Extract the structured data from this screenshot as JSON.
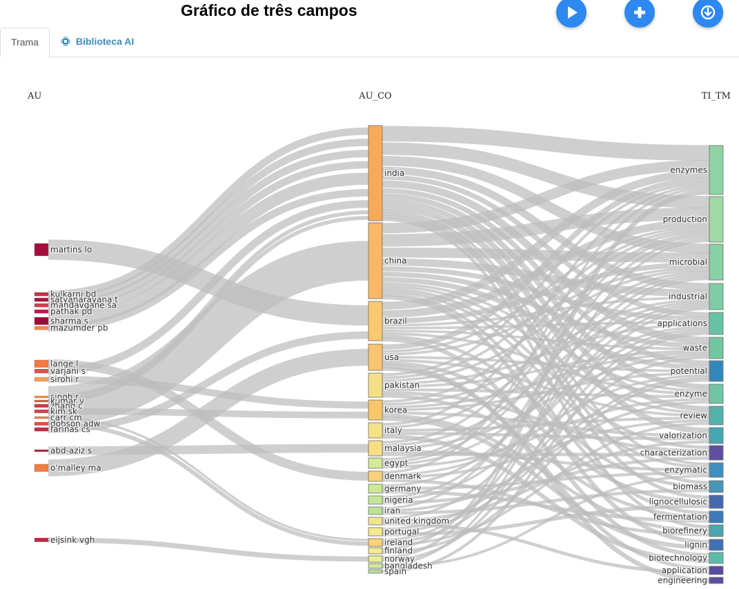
{
  "header": {
    "title": "Gráfico de três campos",
    "play_icon": "play-icon",
    "add_icon": "plus-icon",
    "download_icon": "download-icon",
    "button_color": "#2d88f0"
  },
  "tabs": [
    {
      "label": "Trama",
      "active": true
    },
    {
      "label": "Biblioteca AI",
      "icon": "chip-icon",
      "active": false
    }
  ],
  "chart_data": {
    "type": "sankey",
    "columns": [
      "AU",
      "AU_CO",
      "TI_TM"
    ],
    "nodes_left": [
      {
        "label": "martins lo",
        "weight": 5,
        "color": "#a50f3e"
      },
      {
        "label": "kulkarni bd",
        "weight": 2,
        "color": "#c4304a"
      },
      {
        "label": "satyanarayana t",
        "weight": 2,
        "color": "#b0153f"
      },
      {
        "label": "mandavgane sa",
        "weight": 2,
        "color": "#d13f4f"
      },
      {
        "label": "pathak pd",
        "weight": 2,
        "color": "#b81c45"
      },
      {
        "label": "sharma s",
        "weight": 3,
        "color": "#9e0a3a"
      },
      {
        "label": "mazumder pb",
        "weight": 2,
        "color": "#f5874d"
      },
      {
        "label": "lange l",
        "weight": 3,
        "color": "#f47942"
      },
      {
        "label": "varjani s",
        "weight": 2,
        "color": "#d9534f"
      },
      {
        "label": "sirohi r",
        "weight": 2,
        "color": "#f6a05a"
      },
      {
        "label": "singh r",
        "weight": 1,
        "color": "#f08a4b"
      },
      {
        "label": "kumar v",
        "weight": 1,
        "color": "#e4593f"
      },
      {
        "label": "zhang c",
        "weight": 2,
        "color": "#cd3a45"
      },
      {
        "label": "kim sk",
        "weight": 2,
        "color": "#d7404d"
      },
      {
        "label": "carr cm",
        "weight": 1,
        "color": "#f07b4c"
      },
      {
        "label": "dobson adw",
        "weight": 2,
        "color": "#df4c4b"
      },
      {
        "label": "farinas cs",
        "weight": 2,
        "color": "#c22c47"
      },
      {
        "label": "abd-aziz s",
        "weight": 1,
        "color": "#b01f44"
      },
      {
        "label": "o'malley ma",
        "weight": 3,
        "color": "#f47d43"
      },
      {
        "label": "eijsink vgh",
        "weight": 2,
        "color": "#c4263f"
      }
    ],
    "nodes_mid": [
      {
        "label": "india",
        "weight": 35,
        "color": "#f8aa5a"
      },
      {
        "label": "china",
        "weight": 28,
        "color": "#f9b865"
      },
      {
        "label": "brazil",
        "weight": 14,
        "color": "#fbc86f"
      },
      {
        "label": "usa",
        "weight": 9,
        "color": "#fbc470"
      },
      {
        "label": "pakistan",
        "weight": 8,
        "color": "#f5e08a"
      },
      {
        "label": "korea",
        "weight": 7,
        "color": "#f9c76a"
      },
      {
        "label": "italy",
        "weight": 5,
        "color": "#f4e287"
      },
      {
        "label": "malaysia",
        "weight": 5,
        "color": "#f6df83"
      },
      {
        "label": "egypt",
        "weight": 4,
        "color": "#d3ea97"
      },
      {
        "label": "denmark",
        "weight": 4,
        "color": "#fbd07a"
      },
      {
        "label": "germany",
        "weight": 3,
        "color": "#cde993"
      },
      {
        "label": "nigeria",
        "weight": 3,
        "color": "#c7e798"
      },
      {
        "label": "iran",
        "weight": 3,
        "color": "#bde39a"
      },
      {
        "label": "united kingdom",
        "weight": 3,
        "color": "#eee78d"
      },
      {
        "label": "portugal",
        "weight": 3,
        "color": "#f4ea8e"
      },
      {
        "label": "ireland",
        "weight": 3,
        "color": "#fbd27a"
      },
      {
        "label": "finland",
        "weight": 2,
        "color": "#f2ea94"
      },
      {
        "label": "norway",
        "weight": 2,
        "color": "#e8ee98"
      },
      {
        "label": "bangladesh",
        "weight": 2,
        "color": "#cfea9a"
      },
      {
        "label": "spain",
        "weight": 1,
        "color": "#b7e09c"
      }
    ],
    "nodes_right": [
      {
        "label": "enzymes",
        "weight": 18,
        "color": "#8fd3a4"
      },
      {
        "label": "production",
        "weight": 17,
        "color": "#9fd9a4"
      },
      {
        "label": "microbial",
        "weight": 14,
        "color": "#87d1a4"
      },
      {
        "label": "industrial",
        "weight": 10,
        "color": "#7fcda4"
      },
      {
        "label": "applications",
        "weight": 8,
        "color": "#66c2a5"
      },
      {
        "label": "waste",
        "weight": 8,
        "color": "#72c7a3"
      },
      {
        "label": "potential",
        "weight": 7,
        "color": "#3288bd"
      },
      {
        "label": "enzyme",
        "weight": 6,
        "color": "#70c5a4"
      },
      {
        "label": "review",
        "weight": 6,
        "color": "#55b1ab"
      },
      {
        "label": "valorization",
        "weight": 5,
        "color": "#48a6b2"
      },
      {
        "label": "characterization",
        "weight": 4,
        "color": "#5e4fa2"
      },
      {
        "label": "enzymatic",
        "weight": 4,
        "color": "#3d8fbf"
      },
      {
        "label": "biomass",
        "weight": 3,
        "color": "#4596b7"
      },
      {
        "label": "lignocellulosic",
        "weight": 3,
        "color": "#4568b0"
      },
      {
        "label": "fermentation",
        "weight": 3,
        "color": "#3b79b8"
      },
      {
        "label": "biorefinery",
        "weight": 3,
        "color": "#4aa7b0"
      },
      {
        "label": "lignin",
        "weight": 2,
        "color": "#4271b3"
      },
      {
        "label": "biotechnology",
        "weight": 2,
        "color": "#5bbba9"
      },
      {
        "label": "application",
        "weight": 2,
        "color": "#554da0"
      },
      {
        "label": "engineering",
        "weight": 1,
        "color": "#5c4ea1"
      }
    ],
    "links_left_mid": [
      [
        "martins lo",
        "brazil",
        5
      ],
      [
        "kulkarni bd",
        "india",
        2
      ],
      [
        "satyanarayana t",
        "india",
        2
      ],
      [
        "mandavgane sa",
        "india",
        2
      ],
      [
        "pathak pd",
        "india",
        2
      ],
      [
        "sharma s",
        "india",
        3
      ],
      [
        "mazumder pb",
        "india",
        2
      ],
      [
        "lange l",
        "denmark",
        3
      ],
      [
        "varjani s",
        "india",
        2
      ],
      [
        "sirohi r",
        "korea",
        2
      ],
      [
        "singh r",
        "india",
        1
      ],
      [
        "kumar v",
        "india",
        1
      ],
      [
        "zhang c",
        "china",
        2
      ],
      [
        "kim sk",
        "korea",
        2
      ],
      [
        "carr cm",
        "ireland",
        1
      ],
      [
        "dobson adw",
        "ireland",
        2
      ],
      [
        "farinas cs",
        "brazil",
        2
      ],
      [
        "abd-aziz s",
        "malaysia",
        1
      ],
      [
        "o'malley ma",
        "usa",
        3
      ],
      [
        "eijsink vgh",
        "norway",
        2
      ]
    ],
    "links_mid_right": [
      [
        "india",
        "enzymes",
        6
      ],
      [
        "india",
        "production",
        5
      ],
      [
        "india",
        "microbial",
        4
      ],
      [
        "india",
        "industrial",
        3
      ],
      [
        "india",
        "applications",
        2
      ],
      [
        "india",
        "waste",
        3
      ],
      [
        "india",
        "potential",
        2
      ],
      [
        "india",
        "enzyme",
        2
      ],
      [
        "india",
        "review",
        2
      ],
      [
        "india",
        "valorization",
        2
      ],
      [
        "india",
        "enzymatic",
        1
      ],
      [
        "india",
        "biomass",
        1
      ],
      [
        "india",
        "lignocellulosic",
        1
      ],
      [
        "india",
        "biorefinery",
        1
      ],
      [
        "china",
        "enzymes",
        4
      ],
      [
        "china",
        "production",
        5
      ],
      [
        "china",
        "microbial",
        4
      ],
      [
        "china",
        "industrial",
        3
      ],
      [
        "china",
        "applications",
        2
      ],
      [
        "china",
        "waste",
        2
      ],
      [
        "china",
        "potential",
        2
      ],
      [
        "china",
        "enzyme",
        1
      ],
      [
        "china",
        "review",
        1
      ],
      [
        "china",
        "characterization",
        1
      ],
      [
        "china",
        "enzymatic",
        1
      ],
      [
        "china",
        "fermentation",
        1
      ],
      [
        "china",
        "lignin",
        1
      ],
      [
        "brazil",
        "enzymes",
        3
      ],
      [
        "brazil",
        "production",
        3
      ],
      [
        "brazil",
        "microbial",
        2
      ],
      [
        "brazil",
        "industrial",
        1
      ],
      [
        "brazil",
        "applications",
        1
      ],
      [
        "brazil",
        "waste",
        1
      ],
      [
        "brazil",
        "enzyme",
        1
      ],
      [
        "brazil",
        "biomass",
        1
      ],
      [
        "brazil",
        "biotechnology",
        1
      ],
      [
        "usa",
        "enzymes",
        2
      ],
      [
        "usa",
        "production",
        1
      ],
      [
        "usa",
        "microbial",
        1
      ],
      [
        "usa",
        "potential",
        1
      ],
      [
        "usa",
        "review",
        1
      ],
      [
        "usa",
        "lignocellulosic",
        1
      ],
      [
        "usa",
        "engineering",
        1
      ],
      [
        "usa",
        "application",
        1
      ],
      [
        "pakistan",
        "enzymes",
        1
      ],
      [
        "pakistan",
        "production",
        1
      ],
      [
        "pakistan",
        "microbial",
        1
      ],
      [
        "pakistan",
        "applications",
        1
      ],
      [
        "pakistan",
        "waste",
        1
      ],
      [
        "pakistan",
        "enzyme",
        1
      ],
      [
        "pakistan",
        "characterization",
        1
      ],
      [
        "pakistan",
        "fermentation",
        1
      ],
      [
        "korea",
        "production",
        1
      ],
      [
        "korea",
        "industrial",
        1
      ],
      [
        "korea",
        "waste",
        1
      ],
      [
        "korea",
        "potential",
        1
      ],
      [
        "korea",
        "valorization",
        1
      ],
      [
        "korea",
        "biorefinery",
        1
      ],
      [
        "korea",
        "lignin",
        1
      ],
      [
        "italy",
        "enzymes",
        1
      ],
      [
        "italy",
        "microbial",
        1
      ],
      [
        "italy",
        "review",
        1
      ],
      [
        "italy",
        "valorization",
        1
      ],
      [
        "italy",
        "biotechnology",
        1
      ],
      [
        "malaysia",
        "production",
        1
      ],
      [
        "malaysia",
        "industrial",
        1
      ],
      [
        "malaysia",
        "waste",
        1
      ],
      [
        "malaysia",
        "enzymatic",
        1
      ],
      [
        "malaysia",
        "characterization",
        1
      ],
      [
        "egypt",
        "production",
        1
      ],
      [
        "egypt",
        "microbial",
        1
      ],
      [
        "egypt",
        "applications",
        1
      ],
      [
        "egypt",
        "enzyme",
        1
      ],
      [
        "denmark",
        "enzymes",
        1
      ],
      [
        "denmark",
        "potential",
        1
      ],
      [
        "denmark",
        "review",
        1
      ],
      [
        "denmark",
        "biorefinery",
        1
      ],
      [
        "germany",
        "industrial",
        1
      ],
      [
        "germany",
        "enzymatic",
        1
      ],
      [
        "germany",
        "fermentation",
        1
      ],
      [
        "nigeria",
        "microbial",
        1
      ],
      [
        "nigeria",
        "applications",
        1
      ],
      [
        "nigeria",
        "characterization",
        1
      ],
      [
        "iran",
        "production",
        1
      ],
      [
        "iran",
        "enzyme",
        1
      ],
      [
        "iran",
        "biomass",
        1
      ],
      [
        "united kingdom",
        "industrial",
        1
      ],
      [
        "united kingdom",
        "valorization",
        1
      ],
      [
        "united kingdom",
        "application",
        1
      ],
      [
        "portugal",
        "waste",
        1
      ],
      [
        "portugal",
        "potential",
        1
      ],
      [
        "portugal",
        "lignocellulosic",
        1
      ],
      [
        "ireland",
        "microbial",
        1
      ],
      [
        "ireland",
        "applications",
        1
      ],
      [
        "ireland",
        "review",
        1
      ],
      [
        "finland",
        "enzymes",
        1
      ],
      [
        "finland",
        "potential",
        1
      ],
      [
        "norway",
        "enzymes",
        1
      ],
      [
        "norway",
        "industrial",
        1
      ],
      [
        "bangladesh",
        "production",
        1
      ],
      [
        "bangladesh",
        "enzymatic",
        1
      ],
      [
        "spain",
        "applications",
        1
      ]
    ]
  }
}
